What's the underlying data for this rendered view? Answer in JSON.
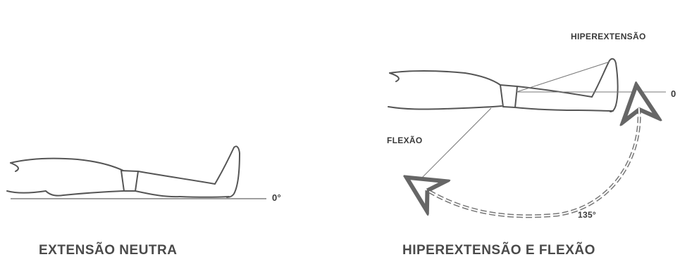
{
  "left_panel": {
    "caption": "EXTENSÃO NEUTRA",
    "zero_label": "0°"
  },
  "right_panel": {
    "caption": "HIPEREXTENSÃO E FLEXÃO",
    "hyperextension_label": "HIPEREXTENSÃO",
    "zero_label": "0",
    "flexion_label": "FLEXÃO",
    "angle_label": "135°"
  },
  "colors": {
    "line": "#555555",
    "text": "#3c3c3c"
  }
}
